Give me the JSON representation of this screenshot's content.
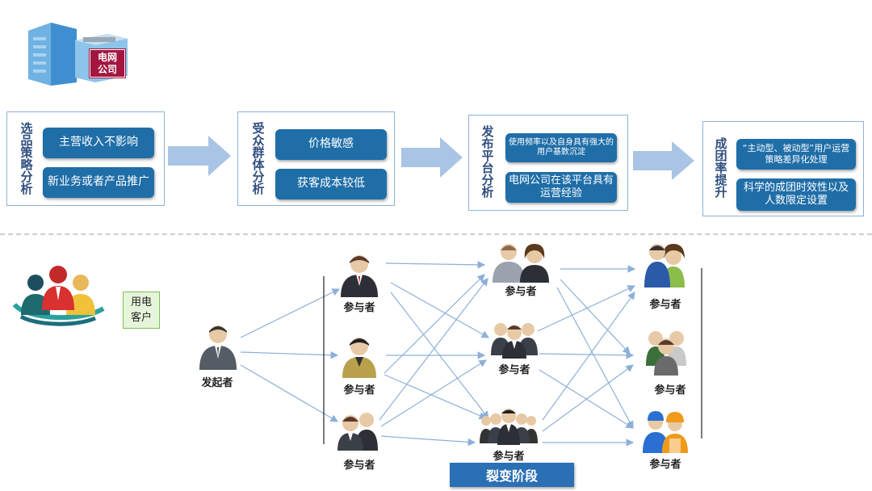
{
  "logo": {
    "badge_line1": "电网",
    "badge_line2": "公司"
  },
  "panels": [
    {
      "title": "选品策略分析",
      "items": [
        "主营收入不影响",
        "新业务或者产品推广"
      ]
    },
    {
      "title": "受众群体分析",
      "items": [
        "价格敏感",
        "获客成本较低"
      ]
    },
    {
      "title": "发布平台分析",
      "items": [
        "使用频率以及自身具有强大的用户基数沉淀",
        "电网公司在该平台具有运营经验"
      ]
    },
    {
      "title": "成团率提升",
      "items": [
        "“主动型、被动型”用户运营策略差异化处理",
        "科学的成团时效性以及人数限定设置"
      ]
    }
  ],
  "client_label_line1": "用电",
  "client_label_line2": "客户",
  "initiator_label": "发起者",
  "participant_label": "参与者",
  "stage_label": "裂变阶段",
  "colors": {
    "pill": "#1f6ea8",
    "arrow": "#a9c4e4",
    "panel_border": "#8fb2d9",
    "stage": "#2b6fb5",
    "line": "#8db0d8"
  }
}
